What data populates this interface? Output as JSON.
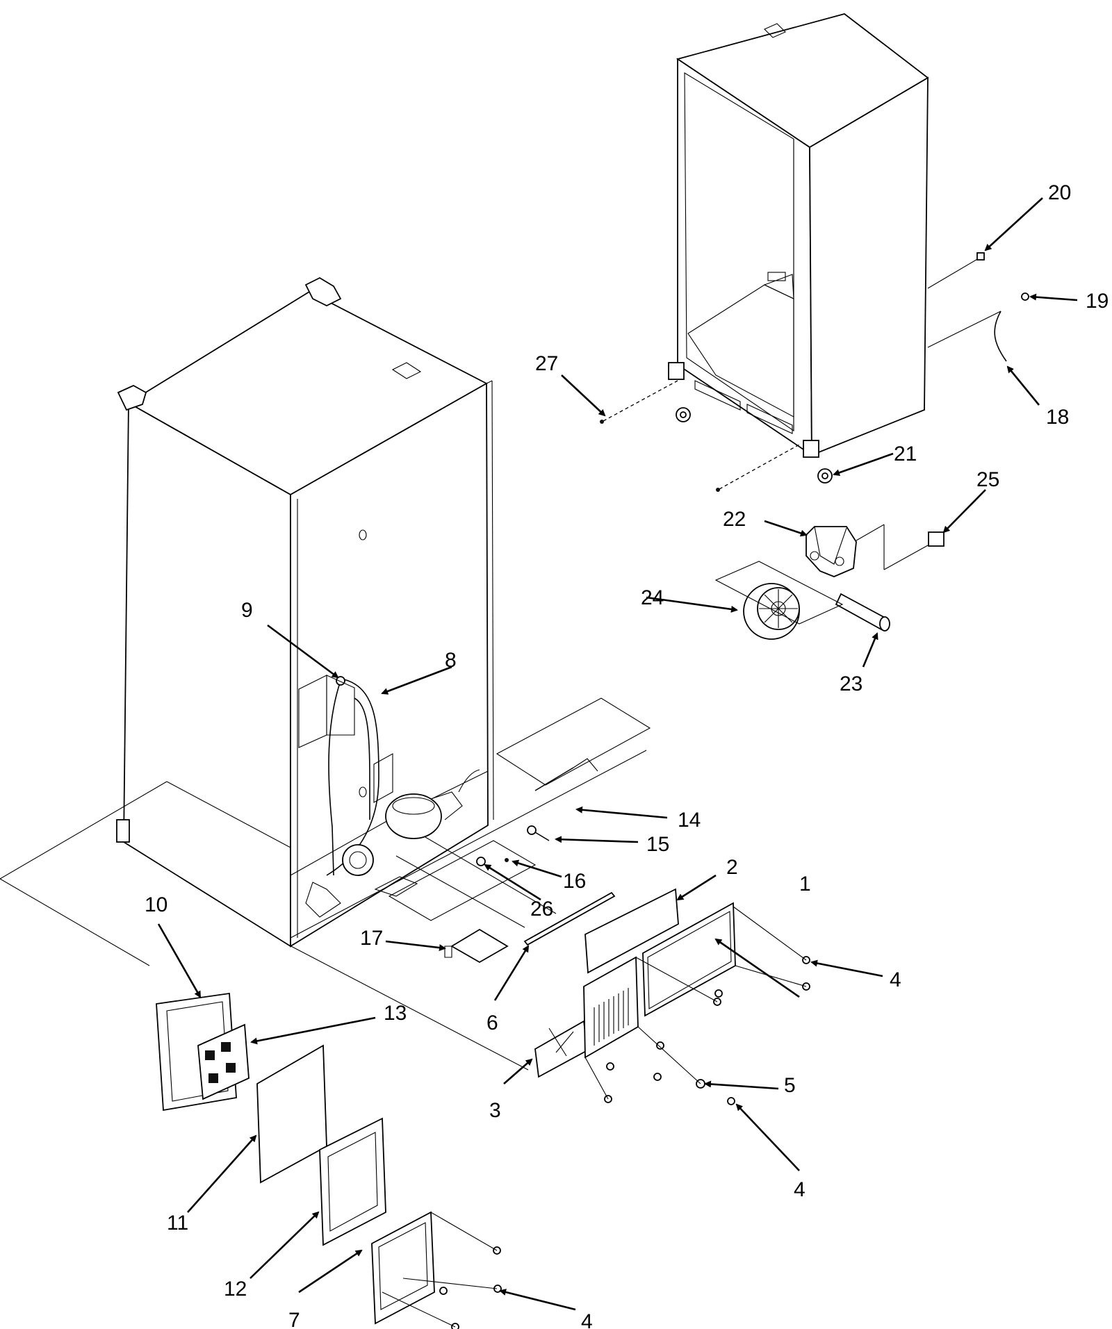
{
  "callouts": [
    {
      "id": "1",
      "label": "1"
    },
    {
      "id": "2",
      "label": "2"
    },
    {
      "id": "3",
      "label": "3"
    },
    {
      "id": "4a",
      "label": "4"
    },
    {
      "id": "4b",
      "label": "4"
    },
    {
      "id": "4c",
      "label": "4"
    },
    {
      "id": "5",
      "label": "5"
    },
    {
      "id": "6",
      "label": "6"
    },
    {
      "id": "7",
      "label": "7"
    },
    {
      "id": "8",
      "label": "8"
    },
    {
      "id": "9",
      "label": "9"
    },
    {
      "id": "10",
      "label": "10"
    },
    {
      "id": "11",
      "label": "11"
    },
    {
      "id": "12",
      "label": "12"
    },
    {
      "id": "13",
      "label": "13"
    },
    {
      "id": "14",
      "label": "14"
    },
    {
      "id": "15",
      "label": "15"
    },
    {
      "id": "16",
      "label": "16"
    },
    {
      "id": "17",
      "label": "17"
    },
    {
      "id": "18",
      "label": "18"
    },
    {
      "id": "19",
      "label": "19"
    },
    {
      "id": "20",
      "label": "20"
    },
    {
      "id": "21",
      "label": "21"
    },
    {
      "id": "22",
      "label": "22"
    },
    {
      "id": "23",
      "label": "23"
    },
    {
      "id": "24",
      "label": "24"
    },
    {
      "id": "25",
      "label": "25"
    },
    {
      "id": "26",
      "label": "26"
    },
    {
      "id": "27",
      "label": "27"
    }
  ]
}
